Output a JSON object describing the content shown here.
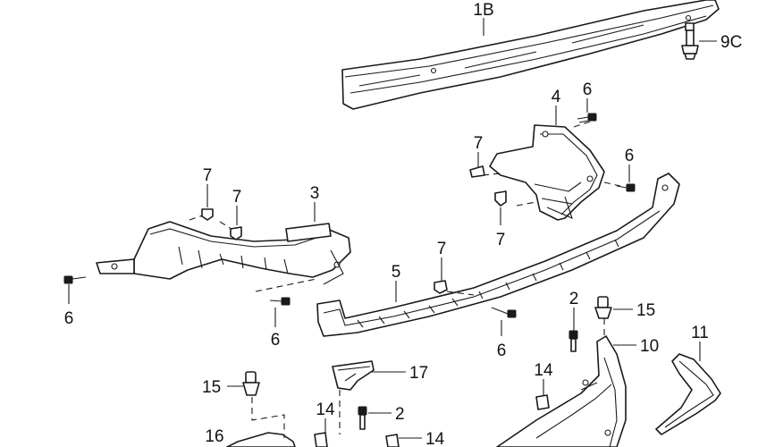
{
  "diagram": {
    "part_labels": {
      "p1b": "1B",
      "p9c": "9C",
      "p4": "4",
      "p6_top": "6",
      "p7_a": "7",
      "p6_right": "6",
      "p7_b": "7",
      "p7_c": "7",
      "p7_d": "7",
      "p3": "3",
      "p7_e": "7",
      "p6_left": "6",
      "p5": "5",
      "p6_mid": "6",
      "p6_low": "6",
      "p2_a": "2",
      "p15_a": "15",
      "p10": "10",
      "p11": "11",
      "p17": "17",
      "p15_b": "15",
      "p14_a": "14",
      "p14_b": "14",
      "p2_b": "2",
      "p16": "16",
      "p14_c": "14"
    }
  }
}
